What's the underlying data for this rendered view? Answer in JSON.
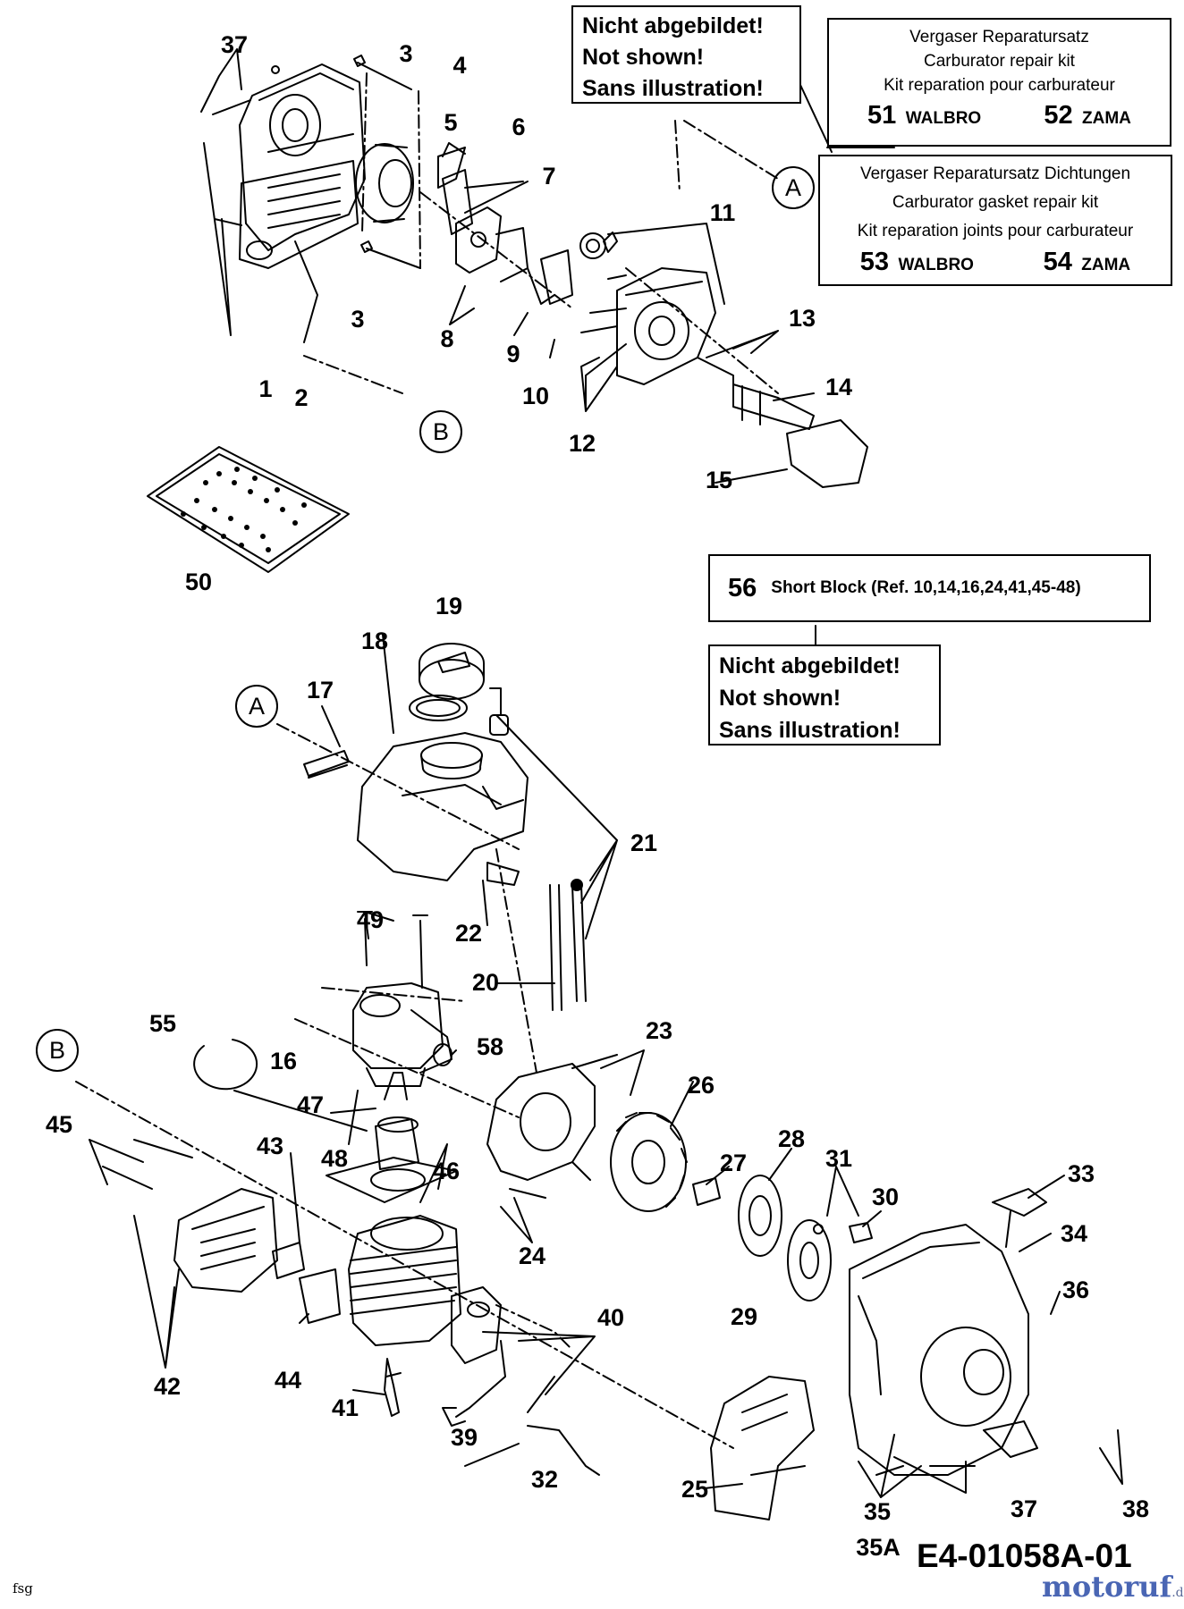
{
  "not_shown_top": [
    "Nicht abgebildet!",
    "Not shown!",
    "Sans illustration!"
  ],
  "not_shown_mid": [
    "Nicht abgebildet!",
    "Not shown!",
    "Sans illustration!"
  ],
  "carb_kit": {
    "lines": [
      "Vergaser Reparatursatz",
      "Carburator repair kit",
      "Kit reparation pour carburateur"
    ],
    "items": [
      {
        "num": "51",
        "name": "WALBRO"
      },
      {
        "num": "52",
        "name": "ZAMA"
      }
    ]
  },
  "gasket_kit": {
    "lines": [
      "Vergaser Reparatursatz Dichtungen",
      "Carburator gasket repair kit",
      "Kit reparation joints pour  carburateur"
    ],
    "items": [
      {
        "num": "53",
        "name": "WALBRO"
      },
      {
        "num": "54",
        "name": "ZAMA"
      }
    ]
  },
  "short_block": {
    "num": "56",
    "text": "Short Block (Ref. 10,14,16,24,41,45-48)"
  },
  "callouts": {
    "A": "A",
    "B": "B"
  },
  "part_numbers": [
    "1",
    "2",
    "3",
    "3",
    "4",
    "5",
    "6",
    "7",
    "8",
    "9",
    "10",
    "11",
    "12",
    "13",
    "14",
    "15",
    "16",
    "17",
    "18",
    "19",
    "20",
    "21",
    "22",
    "23",
    "24",
    "25",
    "26",
    "27",
    "28",
    "29",
    "30",
    "31",
    "32",
    "33",
    "34",
    "35",
    "35A",
    "36",
    "37",
    "37",
    "38",
    "39",
    "40",
    "41",
    "42",
    "43",
    "44",
    "45",
    "46",
    "47",
    "48",
    "49",
    "50",
    "55",
    "58"
  ],
  "drawing_code": "E4-01058A-01",
  "brand": {
    "name": "motoruf",
    "suffix": ".de"
  },
  "footer_mark": "fsg"
}
